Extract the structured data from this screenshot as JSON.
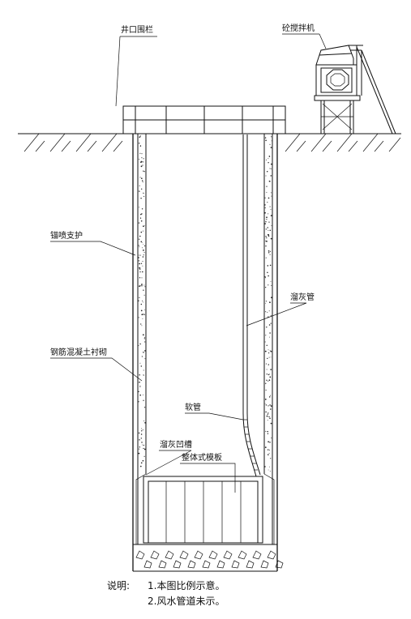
{
  "labels": {
    "well_fence": "井口围栏",
    "mixer": "砼搅拌机",
    "shotcrete_support": "锚喷支护",
    "rc_lining": "钢筋混凝土衬砌",
    "chute_pipe": "溜灰管",
    "hose": "软管",
    "chute_groove": "溜灰凹槽",
    "formwork": "整体式模板"
  },
  "notes": {
    "heading": "说明:",
    "item1": "1.本图比例示意。",
    "item2": "2.风水管道未示。"
  }
}
